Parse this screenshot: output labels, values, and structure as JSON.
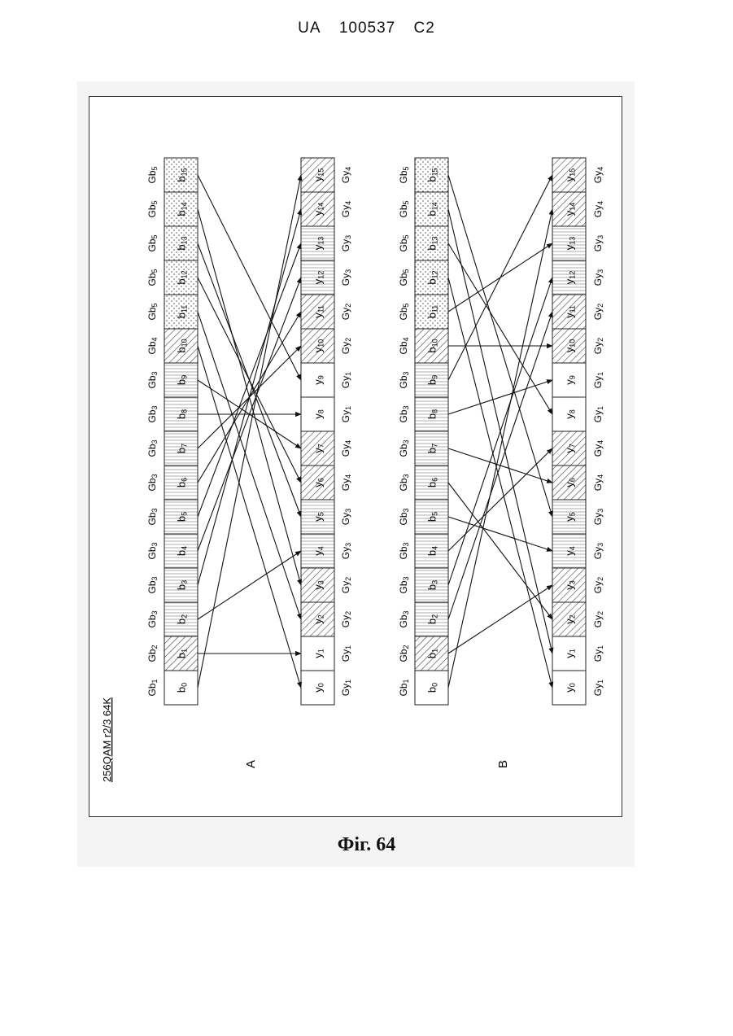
{
  "header": {
    "country": "UA",
    "number": "100537",
    "kind": "C2"
  },
  "figure": {
    "config_label": "256QAM r2/3 64K",
    "caption": "Фіг. 64",
    "panels": [
      {
        "label": "A",
        "bits": [
          "b0",
          "b1",
          "b2",
          "b3",
          "b4",
          "b5",
          "b6",
          "b7",
          "b8",
          "b9",
          "b10",
          "b11",
          "b12",
          "b13",
          "b14",
          "b15"
        ],
        "bit_groups": [
          "Gb1",
          "Gb2",
          "Gb3",
          "Gb3",
          "Gb3",
          "Gb3",
          "Gb3",
          "Gb3",
          "Gb3",
          "Gb3",
          "Gb4",
          "Gb5",
          "Gb5",
          "Gb5",
          "Gb5",
          "Gb5"
        ],
        "symbols": [
          "y0",
          "y1",
          "y2",
          "y3",
          "y4",
          "y5",
          "y6",
          "y7",
          "y8",
          "y9",
          "y10",
          "y11",
          "y12",
          "y13",
          "y14",
          "y15"
        ],
        "symbol_groups": [
          "Gy1",
          "Gy1",
          "Gy2",
          "Gy2",
          "Gy3",
          "Gy3",
          "Gy4",
          "Gy4",
          "Gy1",
          "Gy1",
          "Gy2",
          "Gy2",
          "Gy3",
          "Gy3",
          "Gy4",
          "Gy4"
        ],
        "mapping": [
          15,
          1,
          4,
          14,
          12,
          13,
          11,
          10,
          8,
          7,
          0,
          2,
          6,
          5,
          3,
          9
        ]
      },
      {
        "label": "B",
        "bits": [
          "b0",
          "b1",
          "b2",
          "b3",
          "b4",
          "b5",
          "b6",
          "b7",
          "b8",
          "b9",
          "b10",
          "b11",
          "b12",
          "b13",
          "b14",
          "b15"
        ],
        "bit_groups": [
          "Gb1",
          "Gb2",
          "Gb3",
          "Gb3",
          "Gb3",
          "Gb3",
          "Gb3",
          "Gb3",
          "Gb3",
          "Gb3",
          "Gb4",
          "Gb5",
          "Gb5",
          "Gb5",
          "Gb5",
          "Gb5"
        ],
        "symbols": [
          "y0",
          "y1",
          "y2",
          "y3",
          "y4",
          "y5",
          "y6",
          "y7",
          "y8",
          "y9",
          "y10",
          "y11",
          "y12",
          "y13",
          "y14",
          "y15"
        ],
        "symbol_groups": [
          "Gy1",
          "Gy1",
          "Gy2",
          "Gy2",
          "Gy3",
          "Gy3",
          "Gy4",
          "Gy4",
          "Gy1",
          "Gy1",
          "Gy2",
          "Gy2",
          "Gy3",
          "Gy3",
          "Gy4",
          "Gy4"
        ],
        "mapping": [
          14,
          3,
          11,
          12,
          7,
          4,
          2,
          6,
          9,
          15,
          10,
          13,
          0,
          8,
          1,
          5
        ]
      }
    ]
  }
}
